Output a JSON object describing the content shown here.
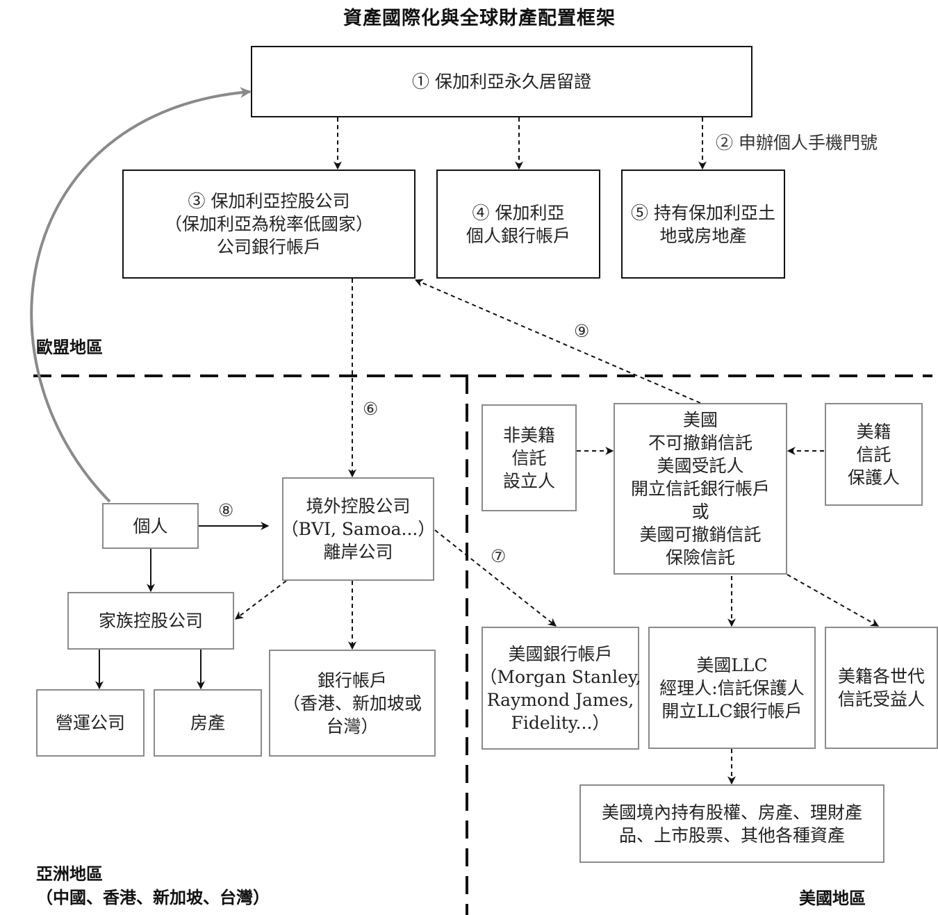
{
  "title": "資產國際化與全球財產配置框架",
  "nodes": {
    "n1": [
      "① 保加利亞永久居留證"
    ],
    "n3": [
      "③ 保加利亞控股公司",
      "（保加利亞為稅率低國家）",
      "公司銀行帳戶"
    ],
    "n4": [
      "④ 保加利亞",
      "個人銀行帳戶"
    ],
    "n5": [
      "⑤ 持有保加利亞土",
      "地或房地產"
    ],
    "nonus": [
      "非美籍",
      "信託",
      "設立人"
    ],
    "trust": [
      "美國",
      "不可撤銷信託",
      "美國受託人",
      "開立信託銀行帳戶",
      "或",
      "美國可撤銷信託",
      "保險信託"
    ],
    "protector": [
      "美籍",
      "信託",
      "保護人"
    ],
    "person": [
      "個人"
    ],
    "offshore": [
      "境外控股公司",
      "（BVI, Samoa...）",
      "離岸公司"
    ],
    "family": [
      "家族控股公司"
    ],
    "ops": [
      "營運公司"
    ],
    "property": [
      "房產"
    ],
    "bank": [
      "銀行帳戶",
      "（香港、新加坡或",
      "台灣）"
    ],
    "usbank": [
      "美國銀行帳戶",
      "（Morgan Stanley,",
      "Raymond James,",
      "Fidelity...）"
    ],
    "llc": [
      "美國LLC",
      "經理人:信託保護人",
      "開立LLC銀行帳戶"
    ],
    "beneficiary": [
      "美籍各世代",
      "信託受益人"
    ],
    "assets": [
      "美國境內持有股權、房產、理財產",
      "品、上市股票、其他各種資產"
    ]
  },
  "labels": {
    "l2": "② 申辦個人手機門號",
    "l6": "⑥",
    "l7": "⑦",
    "l8": "⑧",
    "l9": "⑨"
  },
  "regions": {
    "eu": "歐盟地區",
    "asia1": "亞洲地區",
    "asia2": "（中國、香港、新加坡、台灣）",
    "us": "美國地區"
  },
  "colors": {
    "line": "#111111",
    "grey": "#8a8a8a"
  }
}
